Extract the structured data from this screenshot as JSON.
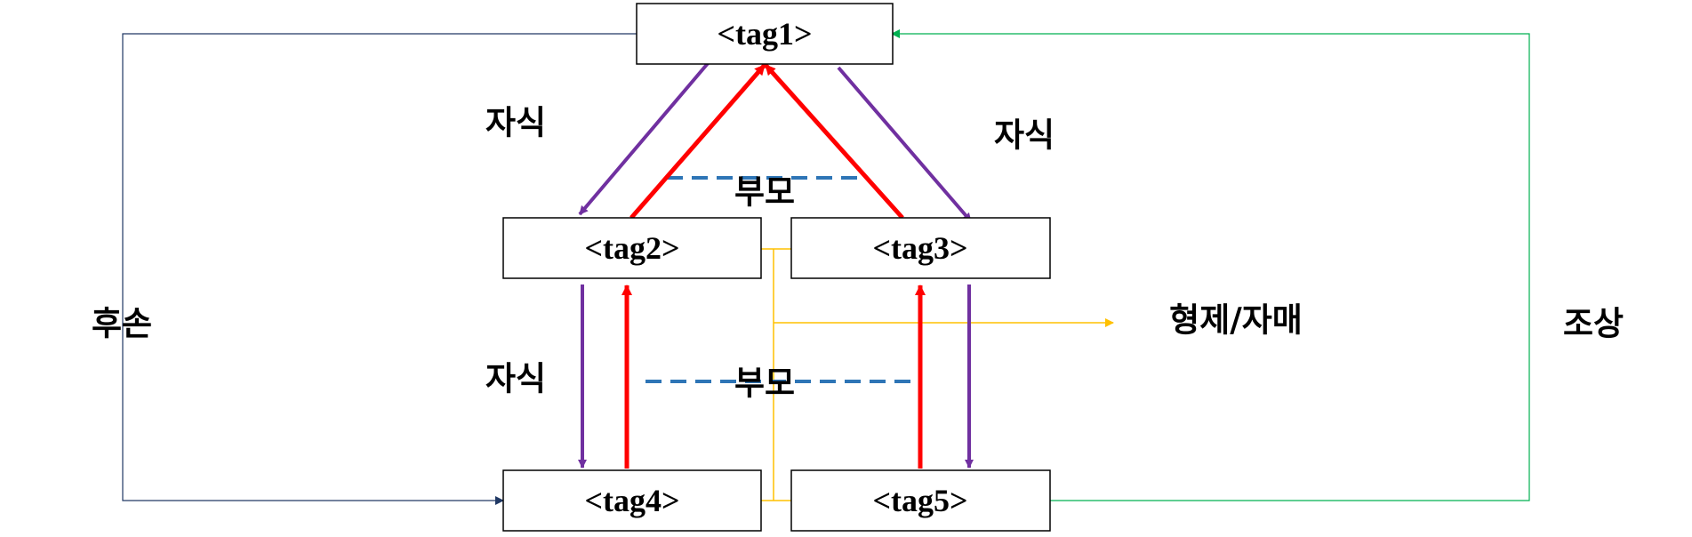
{
  "nodes": {
    "tag1": "<tag1>",
    "tag2": "<tag2>",
    "tag3": "<tag3>",
    "tag4": "<tag4>",
    "tag5": "<tag5>"
  },
  "labels": {
    "child_upper_left": "자식",
    "child_upper_right": "자식",
    "child_lower": "자식",
    "parent_upper": "부모",
    "parent_lower": "부모",
    "sibling": "형제/자매",
    "descendant": "후손",
    "ancestor": "조상"
  },
  "colors": {
    "child_arrow": "#7030A0",
    "parent_arrow": "#FF0000",
    "parent_link_dashed": "#2E75B6",
    "sibling_line": "#FFC000",
    "descendant_line": "#203864",
    "ancestor_line": "#00B050"
  }
}
